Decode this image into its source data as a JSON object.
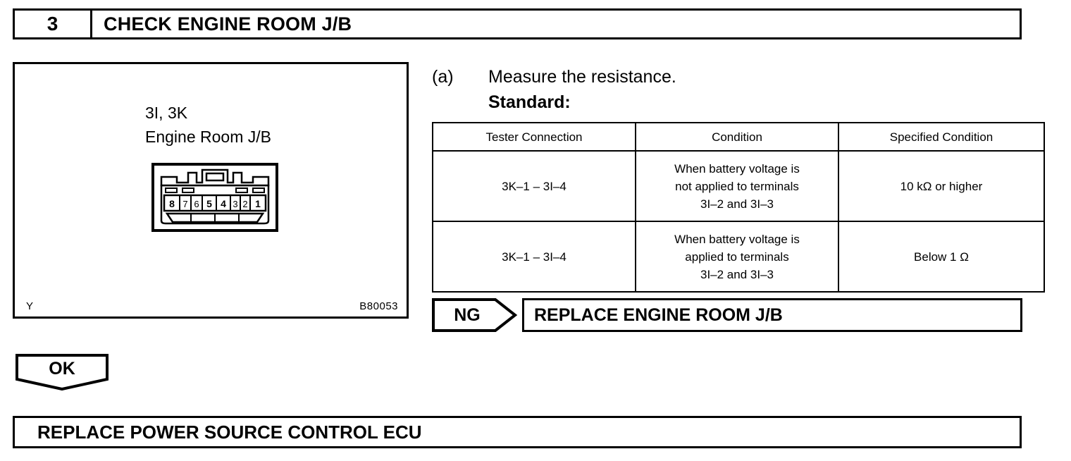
{
  "step": {
    "number": "3",
    "title": "CHECK ENGINE ROOM J/B"
  },
  "illustration": {
    "label_line1": "3I, 3K",
    "label_line2": "Engine Room J/B",
    "corner_left": "Y",
    "corner_right": "B80053",
    "connector": {
      "terminals": [
        "8",
        "7",
        "6",
        "5",
        "4",
        "3",
        "2",
        "1"
      ]
    }
  },
  "procedure": {
    "marker": "(a)",
    "text": "Measure the resistance.",
    "standard_label": "Standard:"
  },
  "spec_table": {
    "headers": [
      "Tester Connection",
      "Condition",
      "Specified Condition"
    ],
    "rows": [
      {
        "tester_connection": "3K–1 – 3I–4",
        "condition": "When battery voltage is not applied to terminals 3I–2 and 3I–3",
        "condition_lines": [
          "When battery voltage is",
          "not applied to terminals",
          "3I–2 and 3I–3"
        ],
        "specified_condition": "10 kΩ or higher"
      },
      {
        "tester_connection": "3K–1 – 3I–4",
        "condition": "When battery voltage is applied to terminals 3I–2 and 3I–3",
        "condition_lines": [
          "When battery voltage is",
          "applied to terminals",
          "3I–2 and 3I–3"
        ],
        "specified_condition": "Below 1 Ω"
      }
    ]
  },
  "ng_result": {
    "tag": "NG",
    "action": "REPLACE ENGINE ROOM J/B"
  },
  "ok_result": {
    "tag": "OK"
  },
  "final_action": {
    "text": "REPLACE POWER SOURCE CONTROL ECU"
  },
  "colors": {
    "ink": "#000000",
    "paper": "#ffffff"
  }
}
